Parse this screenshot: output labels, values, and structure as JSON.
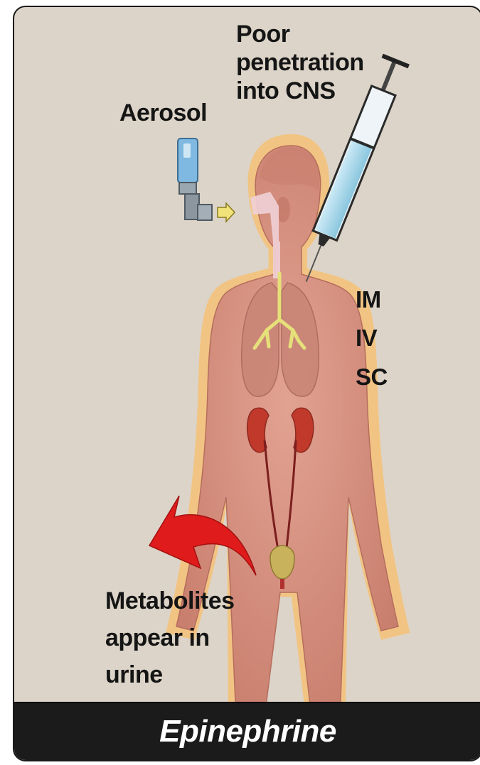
{
  "labels": {
    "poor_penetration": [
      "Poor",
      "penetration",
      "into CNS"
    ],
    "aerosol": "Aerosol",
    "routes": [
      "IM",
      "IV",
      "SC"
    ],
    "metabolites": [
      "Metabolites",
      "appear in",
      "urine"
    ]
  },
  "footer": {
    "title": "Epinephrine"
  },
  "colors": {
    "background": "#dcd4c8",
    "body_glow": "#f6c983",
    "body_fill": "#d89282",
    "arrow_red": "#e01b1b",
    "syringe_fluid": "#a9d8ea",
    "bronchi": "#e6e07a",
    "kidney": "#c0392b",
    "bladder": "#c8b25c",
    "footer_bg": "#1b1b1b"
  },
  "icons": {
    "aerosol_inhaler": "inhaler-icon",
    "syringe": "syringe-icon",
    "metabolite_arrow": "curved-arrow-icon"
  }
}
